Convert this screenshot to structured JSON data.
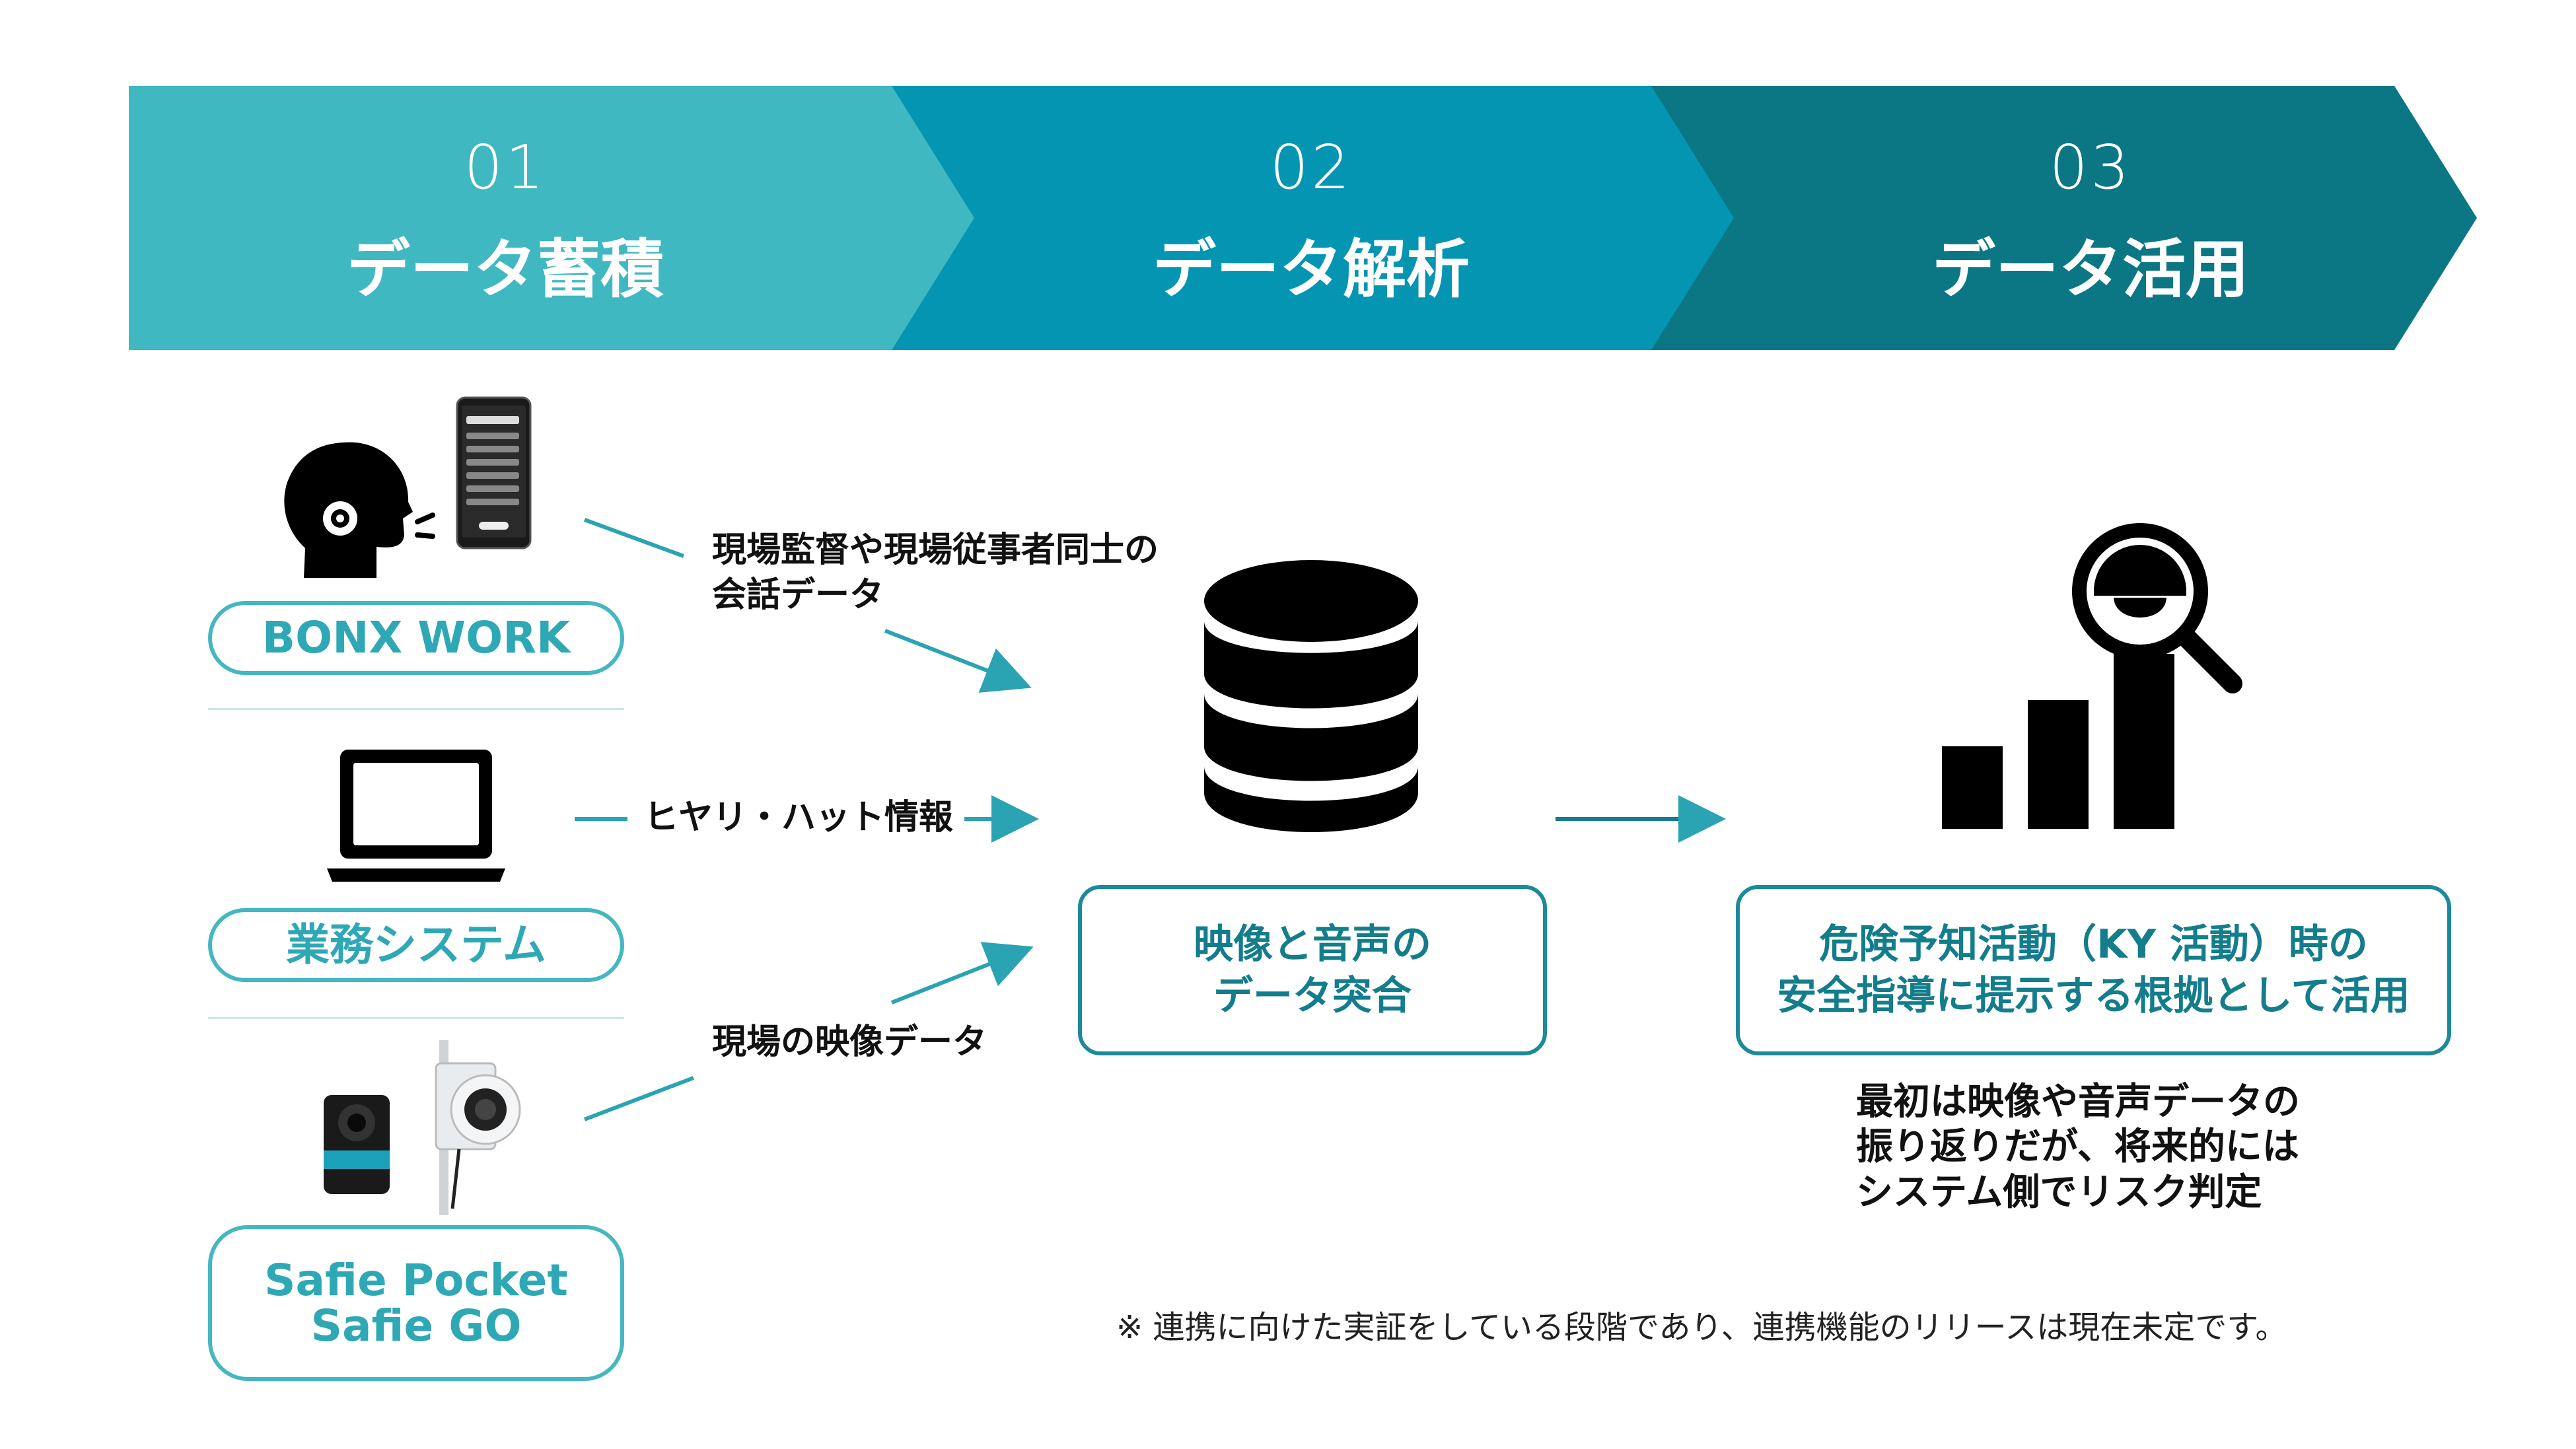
{
  "steps": [
    {
      "number": "01",
      "title": "データ蓄積",
      "color": "#3fb8c2"
    },
    {
      "number": "02",
      "title": "データ解析",
      "color": "#0395b2"
    },
    {
      "number": "03",
      "title": "データ活用",
      "color": "#0b7684"
    }
  ],
  "sources": [
    {
      "label": "BONX WORK",
      "icon": "person-speaking-icon"
    },
    {
      "label": "業務システム",
      "icon": "laptop-icon"
    },
    {
      "label_line1": "Safie Pocket",
      "label_line2": "Safie GO",
      "icon": "camera-device-icon"
    }
  ],
  "flows": {
    "conversation": {
      "line1": "現場監督や現場従事者同士の",
      "line2": "会話データ"
    },
    "incident": "ヒヤリ・ハット情報",
    "video": "現場の映像データ"
  },
  "analysis_box": {
    "line1": "映像と音声の",
    "line2": "データ突合"
  },
  "usage_box": {
    "line1": "危険予知活動（KY 活動）時の",
    "line2": "安全指導に提示する根拠として活用"
  },
  "usage_note": {
    "line1": "最初は映像や音声データの",
    "line2": "振り返りだが、将来的には",
    "line3": "システム側でリスク判定"
  },
  "footnote": "※ 連携に向けた実証をしている段階であり、連携機能のリリースは現在未定です。",
  "colors": {
    "accent": "#45b7c1",
    "arrow": "#2aa3b3",
    "dark_teal": "#137d8c"
  }
}
